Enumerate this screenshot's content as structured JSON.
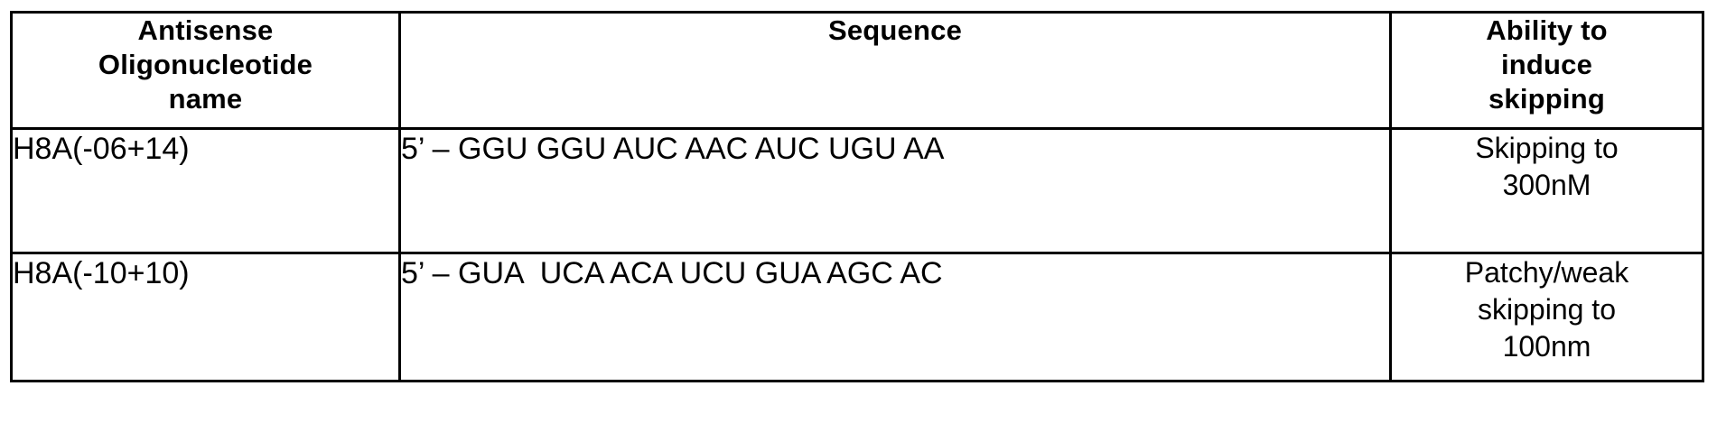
{
  "table": {
    "headers": [
      {
        "id": "antisense-oligonucleotide-name",
        "lines": [
          "Antisense",
          "Oligonucleotide",
          "name"
        ]
      },
      {
        "id": "sequence",
        "lines": [
          "Sequence"
        ]
      },
      {
        "id": "ability-to-induce-skipping",
        "lines": [
          "Ability to",
          "induce",
          "skipping"
        ]
      }
    ],
    "rows": [
      {
        "name": "H8A(-06+14)",
        "sequence": "5’ – GGU GGU AUC AAC AUC UGU AA",
        "ability_lines": [
          "Skipping to",
          "300nM"
        ]
      },
      {
        "name": "H8A(-10+10)",
        "sequence": "5’ – GUA  UCA ACA UCU GUA AGC AC",
        "ability_lines": [
          "Patchy/weak",
          "skipping to",
          "100nm"
        ]
      }
    ]
  },
  "colors": {
    "ink": "#000000",
    "paper": "#ffffff"
  }
}
